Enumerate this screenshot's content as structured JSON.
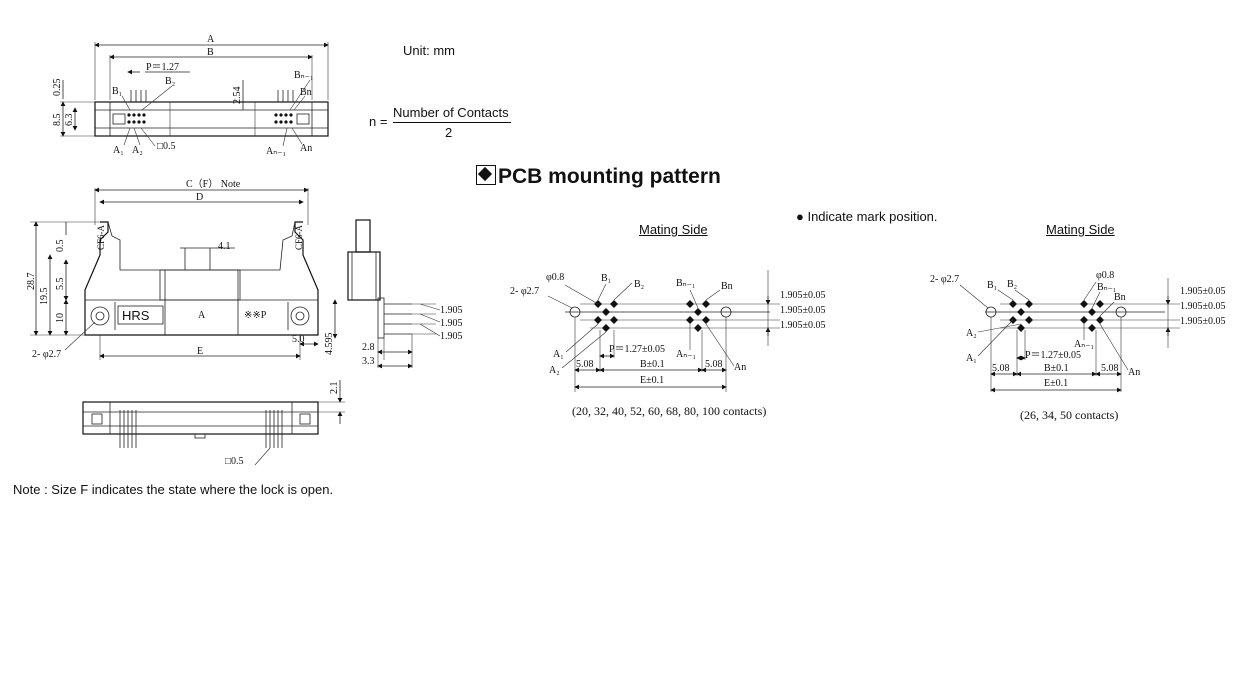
{
  "header": {
    "unit": "Unit: mm",
    "formula_n": "n =",
    "formula_numerator": "Number of Contacts",
    "formula_denominator": "2"
  },
  "pcb": {
    "title": "PCB mounting pattern",
    "indicate_text": "● Indicate   mark position.",
    "mating_side_left": "Mating Side",
    "mating_side_right": "Mating Side",
    "contacts_left": "(20, 32, 40, 52, 60, 68, 80, 100 contacts)",
    "contacts_right": "(26, 34, 50 contacts)"
  },
  "note": "Note : Size F indicates the state where the lock is open.",
  "top_view": {
    "label_A": "A",
    "label_B": "B",
    "label_P": "P＝1.27",
    "label_B1": "B₁",
    "label_B2": "B₂",
    "label_Bn1": "Bₙ₋₁",
    "label_Bn": "Bn",
    "label_A1": "A₁",
    "label_A2": "A₂",
    "label_05": "□0.5",
    "label_An1": "Aₙ₋₁",
    "label_An": "An",
    "label_025": "0.25",
    "label_85": "8.5",
    "label_63": "6.3",
    "label_254": "2.54"
  },
  "front_view": {
    "label_CF": "C（F） Note",
    "label_D": "D",
    "label_41": "4.1",
    "label_287": "28.7",
    "label_195": "19.5",
    "label_05": "0.5",
    "label_55": "5.5",
    "label_10": "10",
    "label_A": "A",
    "label_HRS": "HRS",
    "label_mark": "※※P",
    "label_E": "E",
    "label_50": "5.0",
    "label_hole": "2- φ2.7",
    "label_4595": "4.595",
    "label_28": "2.8",
    "label_33": "3.3",
    "label_1905a": "1.905",
    "label_1905b": "1.905",
    "label_1905c": "1.905"
  },
  "bottom_view": {
    "label_21": "2.1",
    "label_05": "□0.5"
  },
  "pattern_left": {
    "label_hole08": "φ0.8",
    "label_hole27": "2- φ2.7",
    "label_B1": "B₁",
    "label_B2": "B₂",
    "label_Bn1": "Bₙ₋₁",
    "label_Bn": "Bn",
    "label_A1": "A₁",
    "label_A2": "A₂",
    "label_An1": "Aₙ₋₁",
    "label_An": "An",
    "label_P": "P＝1.27±0.05",
    "label_508a": "5.08",
    "label_508b": "5.08",
    "label_B": "B±0.1",
    "label_E": "E±0.1",
    "label_r1": "1.905±0.05",
    "label_r2": "1.905±0.05",
    "label_r3": "1.905±0.05"
  },
  "pattern_right": {
    "label_hole08": "φ0.8",
    "label_hole27": "2- φ2.7",
    "label_B1": "B₁",
    "label_B2": "B₂",
    "label_Bn1": "Bₙ₋₁",
    "label_Bn": "Bn",
    "label_A1": "A₁",
    "label_A2": "A₂",
    "label_An1": "Aₙ₋₁",
    "label_An": "An",
    "label_P": "P＝1.27±0.05",
    "label_508a": "5.08",
    "label_508b": "5.08",
    "label_B": "B±0.1",
    "label_E": "E±0.1",
    "label_r1": "1.905±0.05",
    "label_r2": "1.905±0.05",
    "label_r3": "1.905±0.05"
  }
}
